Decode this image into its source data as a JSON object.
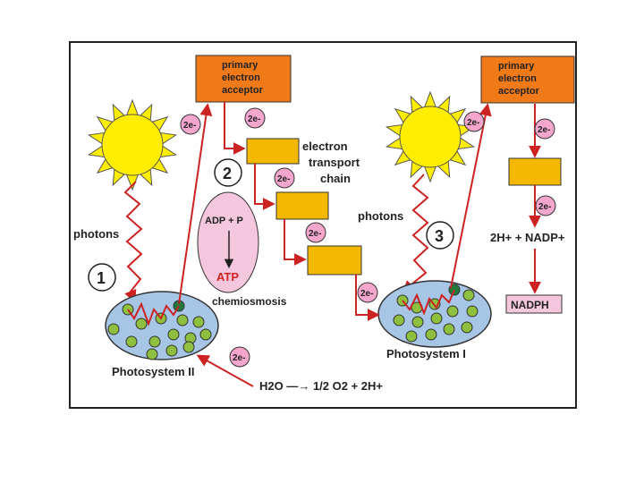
{
  "labels": {
    "primary_acceptor_left": [
      "primary",
      "electron",
      "acceptor"
    ],
    "primary_acceptor_right": [
      "primary",
      "electron",
      "acceptor"
    ],
    "etc": [
      "electron",
      "transport",
      "chain"
    ],
    "photons_left": "photons",
    "photons_right": "photons",
    "adp": "ADP + P",
    "atp": "ATP",
    "chemiosmosis": "chemiosmosis",
    "ps2": "Photosystem II",
    "ps1": "Photosystem I",
    "nadp": "2H+ + NADP+",
    "nadph": "NADPH",
    "water_eq": "H2O —→ 1/2 O2 + 2H+"
  },
  "steps": [
    "1",
    "2",
    "3"
  ],
  "electron_label": "2e-",
  "colors": {
    "acceptor": "#f07a18",
    "etc_box": "#f5b800",
    "nadph_box": "#f4c7dd",
    "arrow": "#cc2222",
    "sun": "#ffee00",
    "photosystem": "#a7c6e6",
    "pigment": "#8fbf3f",
    "pigment_active": "#1f7a3c",
    "oval": "#f4c7dd",
    "atp": "#d42020"
  }
}
